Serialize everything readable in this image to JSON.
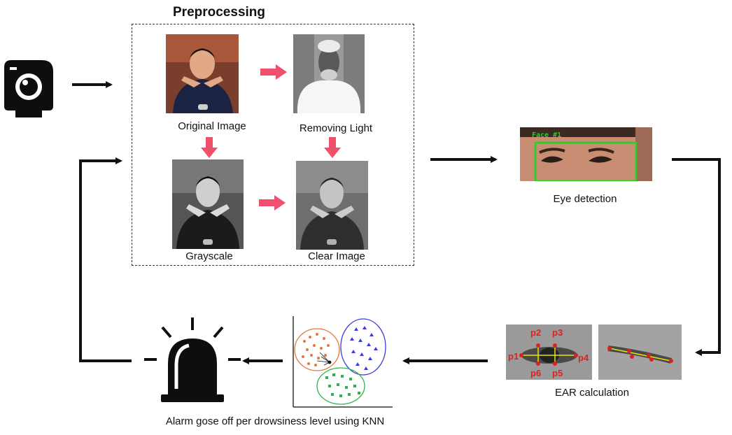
{
  "preprocessing": {
    "title": "Preprocessing",
    "original_label": "Original Image",
    "removing_light_label": "Removing Light",
    "grayscale_label": "Grayscale",
    "clear_label": "Clear Image"
  },
  "eye_detection": {
    "label": "Eye detection",
    "face_tag": "Face #1"
  },
  "ear": {
    "label": "EAR calculation",
    "points": [
      "p1",
      "p2",
      "p3",
      "p4",
      "p5",
      "p6"
    ]
  },
  "alarm": {
    "label": "Alarm gose off per drowsiness level using KNN"
  },
  "colors": {
    "arrow_black": "#111111",
    "arrow_pink": "#f0506e",
    "orange_cluster": "#e8753a",
    "blue_cluster": "#3a3adf",
    "green_cluster": "#2fb34a",
    "landmark_red": "#e02020",
    "ear_line_yellow": "#e6e600",
    "detect_box_green": "#19d919"
  },
  "icons": [
    "camera-icon",
    "alarm-siren-icon"
  ]
}
